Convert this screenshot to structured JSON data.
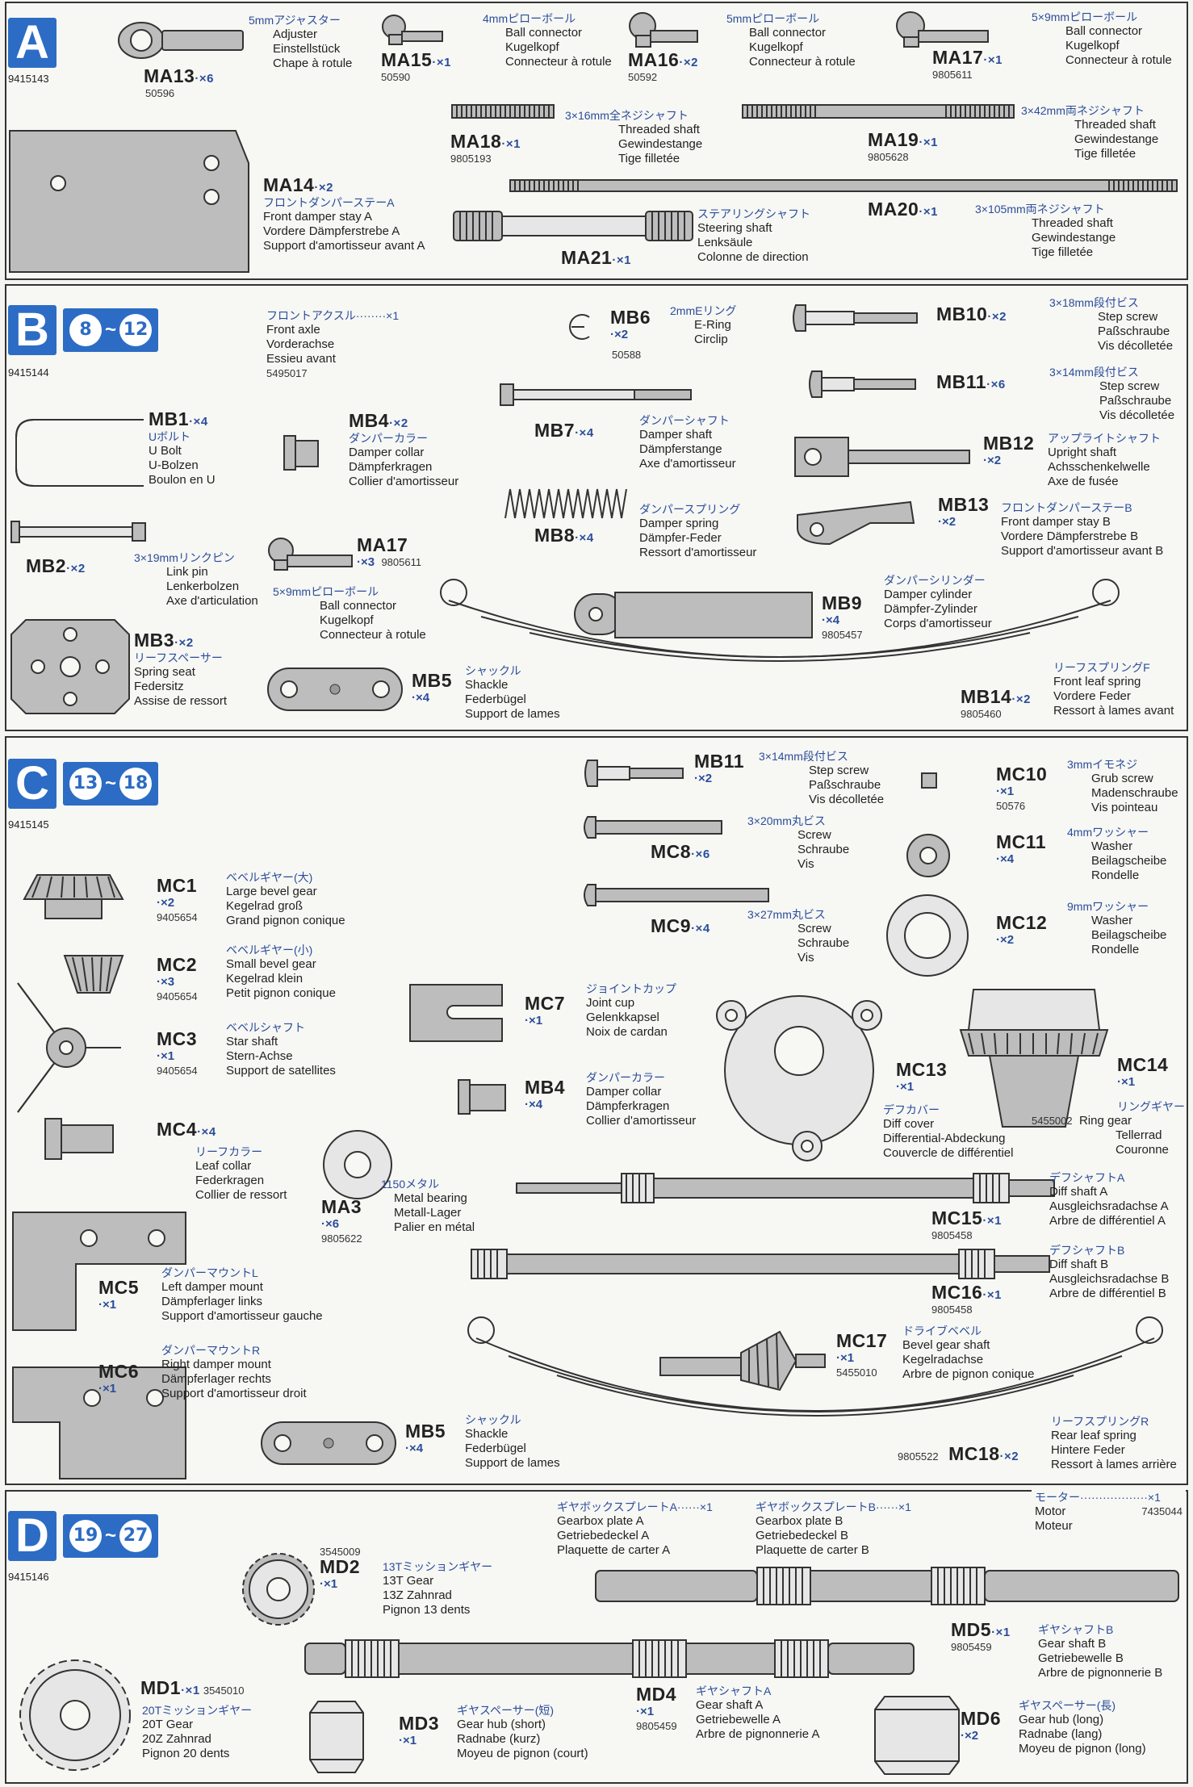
{
  "sections": {
    "A": {
      "letter": "A",
      "num": "9415143"
    },
    "B": {
      "letter": "B",
      "num": "9415144",
      "step_from": "8",
      "step_to": "12"
    },
    "C": {
      "letter": "C",
      "num": "9415145",
      "step_from": "13",
      "step_to": "18"
    },
    "D": {
      "letter": "D",
      "num": "9415146",
      "step_from": "19",
      "step_to": "27"
    }
  },
  "tilde": "~",
  "parts": {
    "MA13": {
      "code": "MA13",
      "qty": "·×6",
      "num": "50596",
      "jp": "5mmアジャスター",
      "en": "Adjuster",
      "de": "Einstellstück",
      "fr": "Chape à rotule"
    },
    "MA15": {
      "code": "MA15",
      "qty": "·×1",
      "num": "50590"
    },
    "MA15t": {
      "jp": "4mmピローボール",
      "en": "Ball connector",
      "de": "Kugelkopf",
      "fr": "Connecteur à rotule"
    },
    "MA16": {
      "code": "MA16",
      "qty": "·×2",
      "num": "50592",
      "jp": "5mmピローボール",
      "en": "Ball connector",
      "de": "Kugelkopf",
      "fr": "Connecteur à rotule"
    },
    "MA17": {
      "code": "MA17",
      "qty": "·×1",
      "num": "9805611",
      "jp": "5×9mmピローボール",
      "en": "Ball connector",
      "de": "Kugelkopf",
      "fr": "Connecteur à rotule"
    },
    "MA18": {
      "code": "MA18",
      "qty": "·×1",
      "num": "9805193",
      "jp": "3×16mm全ネジシャフト",
      "en": "Threaded shaft",
      "de": "Gewindestange",
      "fr": "Tige filletée"
    },
    "MA19": {
      "code": "MA19",
      "qty": "·×1",
      "num": "9805628",
      "jp": "3×42mm両ネジシャフト",
      "en": "Threaded shaft",
      "de": "Gewindestange",
      "fr": "Tige filletée"
    },
    "MA14": {
      "code": "MA14",
      "qty": "·×2",
      "jp": "フロントダンパーステーA",
      "en": "Front damper stay A",
      "de": "Vordere Dämpferstrebe A",
      "fr": "Support d'amortisseur avant A"
    },
    "MA20": {
      "code": "MA20",
      "qty": "·×1",
      "jp": "3×105mm両ネジシャフト",
      "en": "Threaded shaft",
      "de": "Gewindestange",
      "fr": "Tige filletée"
    },
    "MA21": {
      "code": "MA21",
      "qty": "·×1",
      "jp": "ステアリングシャフト",
      "en": "Steering shaft",
      "de": "Lenksäule",
      "fr": "Colonne de direction"
    },
    "FA": {
      "jp": "フロントアクスル········×1",
      "en": "Front axle",
      "de": "Vorderachse",
      "fr": "Essieu avant",
      "num": "5495017"
    },
    "MB6": {
      "code": "MB6",
      "qty": "·×2",
      "num": "50588",
      "jp": "2mmEリング",
      "en": "E-Ring",
      "de": "Circlip"
    },
    "MB10": {
      "code": "MB10",
      "qty": "·×2",
      "jp": "3×18mm段付ビス",
      "en": "Step screw",
      "de": "Paßschraube",
      "fr": "Vis décolletée"
    },
    "MB11": {
      "code": "MB11",
      "qty": "·×6",
      "jp": "3×14mm段付ビス",
      "en": "Step screw",
      "de": "Paßschraube",
      "fr": "Vis décolletée"
    },
    "MB1": {
      "code": "MB1",
      "qty": "·×4",
      "jp": "Uボルト",
      "en": "U Bolt",
      "de": "U-Bolzen",
      "fr": "Boulon en U"
    },
    "MB4": {
      "code": "MB4",
      "qty": "·×2",
      "jp": "ダンパーカラー",
      "en": "Damper collar",
      "de": "Dämpferkragen",
      "fr": "Collier d'amortisseur"
    },
    "MB7": {
      "code": "MB7",
      "qty": "·×4",
      "jp": "ダンパーシャフト",
      "en": "Damper shaft",
      "de": "Dämpferstange",
      "fr": "Axe d'amortisseur"
    },
    "MB12": {
      "code": "MB12",
      "qty": "·×2",
      "jp": "アップライトシャフト",
      "en": "Upright shaft",
      "de": "Achsschenkelwelle",
      "fr": "Axe de fusée"
    },
    "MB8": {
      "code": "MB8",
      "qty": "·×4",
      "jp": "ダンパースプリング",
      "en": "Damper spring",
      "de": "Dämpfer-Feder",
      "fr": "Ressort d'amortisseur"
    },
    "MB13": {
      "code": "MB13",
      "qty": "·×2",
      "jp": "フロントダンパーステーB",
      "en": "Front damper stay B",
      "de": "Vordere Dämpferstrebe B",
      "fr": "Support d'amortisseur avant B"
    },
    "MB2": {
      "code": "MB2",
      "qty": "·×2",
      "jp": "3×19mmリンクピン",
      "en": "Link pin",
      "de": "Lenkerbolzen",
      "fr": "Axe d'articulation"
    },
    "MB17": {
      "code": "MA17",
      "qty": "·×3",
      "num": "9805611",
      "jp": "5×9mmピローボール",
      "en": "Ball connector",
      "de": "Kugelkopf",
      "fr": "Connecteur à rotule"
    },
    "MB9": {
      "code": "MB9",
      "qty": "·×4",
      "num": "9805457",
      "jp": "ダンパーシリンダー",
      "en": "Damper cylinder",
      "de": "Dämpfer-Zylinder",
      "fr": "Corps d'amortisseur"
    },
    "MB3": {
      "code": "MB3",
      "qty": "·×2",
      "jp": "リーフスペーサー",
      "en": "Spring seat",
      "de": "Federsitz",
      "fr": "Assise de ressort"
    },
    "MB5": {
      "code": "MB5",
      "qty": "·×4",
      "jp": "シャックル",
      "en": "Shackle",
      "de": "Federbügel",
      "fr": "Support de lames"
    },
    "MB14": {
      "code": "MB14",
      "qty": "·×2",
      "num": "9805460",
      "jp": "リーフスプリングF",
      "en": "Front leaf spring",
      "de": "Vordere Feder",
      "fr": "Ressort à lames avant"
    },
    "CMB11": {
      "code": "MB11",
      "qty": "·×2",
      "jp": "3×14mm段付ビス",
      "en": "Step screw",
      "de": "Paßschraube",
      "fr": "Vis décolletée"
    },
    "MC10": {
      "code": "MC10",
      "qty": "·×1",
      "num": "50576",
      "jp": "3mmイモネジ",
      "en": "Grub screw",
      "de": "Madenschraube",
      "fr": "Vis pointeau"
    },
    "MC8": {
      "code": "MC8",
      "qty": "·×6",
      "jp": "3×20mm丸ビス",
      "en": "Screw",
      "de": "Schraube",
      "fr": "Vis"
    },
    "MC11": {
      "code": "MC11",
      "qty": "·×4",
      "jp": "4mmワッシャー",
      "en": "Washer",
      "de": "Beilagscheibe",
      "fr": "Rondelle"
    },
    "MC9": {
      "code": "MC9",
      "qty": "·×4",
      "jp": "3×27mm丸ビス",
      "en": "Screw",
      "de": "Schraube",
      "fr": "Vis"
    },
    "MC12": {
      "code": "MC12",
      "qty": "·×2",
      "jp": "9mmワッシャー",
      "en": "Washer",
      "de": "Beilagscheibe",
      "fr": "Rondelle"
    },
    "MC1": {
      "code": "MC1",
      "qty": "·×2",
      "num": "9405654",
      "jp": "ベベルギヤー(大)",
      "en": "Large bevel gear",
      "de": "Kegelrad groß",
      "fr": "Grand pignon conique"
    },
    "MC2": {
      "code": "MC2",
      "qty": "·×3",
      "num": "9405654",
      "jp": "ベベルギヤー(小)",
      "en": "Small bevel gear",
      "de": "Kegelrad klein",
      "fr": "Petit pignon conique"
    },
    "MC3": {
      "code": "MC3",
      "qty": "·×1",
      "num": "9405654",
      "jp": "ベベルシャフト",
      "en": "Star shaft",
      "de": "Stern-Achse",
      "fr": "Support de satellites"
    },
    "MC7": {
      "code": "MC7",
      "qty": "·×1",
      "jp": "ジョイントカップ",
      "en": "Joint cup",
      "de": "Gelenkkapsel",
      "fr": "Noix de cardan"
    },
    "MC13": {
      "code": "MC13",
      "qty": "·×1",
      "jp": "デフカバー",
      "en": "Diff cover",
      "de": "Differential-Abdeckung",
      "fr": "Couvercle de différentiel"
    },
    "MC14": {
      "code": "MC14",
      "qty": "·×1",
      "num": "5455002",
      "jp": "リングギヤー",
      "en": "Ring gear",
      "de": "Tellerrad",
      "fr": "Couronne"
    },
    "CMB4": {
      "code": "MB4",
      "qty": "·×4",
      "jp": "ダンパーカラー",
      "en": "Damper collar",
      "de": "Dämpferkragen",
      "fr": "Collier d'amortisseur"
    },
    "MC4": {
      "code": "MC4",
      "qty": "·×4",
      "jp": "リーフカラー",
      "en": "Leaf collar",
      "de": "Federkragen",
      "fr": "Collier de ressort"
    },
    "MA3": {
      "code": "MA3",
      "qty": "·×6",
      "num": "9805622",
      "jp": "1150メタル",
      "en": "Metal bearing",
      "de": "Metall-Lager",
      "fr": "Palier en métal"
    },
    "MC15": {
      "code": "MC15",
      "qty": "·×1",
      "num": "9805458",
      "jp": "デフシャフトA",
      "en": "Diff shaft A",
      "de": "Ausgleichsradachse A",
      "fr": "Arbre de différentiel A"
    },
    "MC5": {
      "code": "MC5",
      "qty": "·×1",
      "jp": "ダンパーマウントL",
      "en": "Left damper mount",
      "de": "Dämpferlager links",
      "fr": "Support d'amortisseur gauche"
    },
    "MC16": {
      "code": "MC16",
      "qty": "·×1",
      "num": "9805458",
      "jp": "デフシャフトB",
      "en": "Diff shaft B",
      "de": "Ausgleichsradachse B",
      "fr": "Arbre de différentiel B"
    },
    "MC17": {
      "code": "MC17",
      "qty": "·×1",
      "num": "5455010",
      "jp": "ドライブベベル",
      "en": "Bevel gear shaft",
      "de": "Kegelradachse",
      "fr": "Arbre de pignon conique"
    },
    "MC6": {
      "code": "MC6",
      "qty": "·×1",
      "jp": "ダンパーマウントR",
      "en": "Right damper mount",
      "de": "Dämpferlager rechts",
      "fr": "Support d'amortisseur droit"
    },
    "CMB5": {
      "code": "MB5",
      "qty": "·×4",
      "jp": "シャックル",
      "en": "Shackle",
      "de": "Federbügel",
      "fr": "Support de lames"
    },
    "MC18": {
      "code": "MC18",
      "qty": "·×2",
      "num": "9805522",
      "jp": "リーフスプリングR",
      "en": "Rear leaf spring",
      "de": "Hintere Feder",
      "fr": "Ressort à lames arrière"
    },
    "GPA": {
      "jp": "ギヤボックスプレートA······×1",
      "en": "Gearbox plate A",
      "de": "Getriebedeckel A",
      "fr": "Plaquette de carter A"
    },
    "GPB": {
      "jp": "ギヤボックスプレートB······×1",
      "en": "Gearbox plate B",
      "de": "Getriebedeckel B",
      "fr": "Plaquette de carter B"
    },
    "MOT": {
      "jp": "モーター··················×1",
      "en": "Motor",
      "de": "Motor",
      "fr": "Moteur",
      "num": "7435044"
    },
    "MD2": {
      "code": "MD2",
      "qty": "·×1",
      "num": "3545009",
      "jp": "13Tミッションギヤー",
      "en": "13T Gear",
      "de": "13Z Zahnrad",
      "fr": "Pignon 13 dents"
    },
    "MD5": {
      "code": "MD5",
      "qty": "·×1",
      "num": "9805459",
      "jp": "ギヤシャフトB",
      "en": "Gear shaft B",
      "de": "Getriebewelle B",
      "fr": "Arbre de pignonnerie B"
    },
    "MD1": {
      "code": "MD1",
      "qty": "·×1",
      "num": "3545010",
      "jp": "20Tミッションギヤー",
      "en": "20T Gear",
      "de": "20Z Zahnrad",
      "fr": "Pignon 20 dents"
    },
    "MD4": {
      "code": "MD4",
      "qty": "·×1",
      "num": "9805459",
      "jp": "ギヤシャフトA",
      "en": "Gear shaft A",
      "de": "Getriebewelle A",
      "fr": "Arbre de pignonnerie A"
    },
    "MD3": {
      "code": "MD3",
      "qty": "·×1",
      "jp": "ギヤスペーサー(短)",
      "en": "Gear hub (short)",
      "de": "Radnabe (kurz)",
      "fr": "Moyeu de pignon (court)"
    },
    "MD6": {
      "code": "MD6",
      "qty": "·×2",
      "jp": "ギヤスペーサー(長)",
      "en": "Gear hub (long)",
      "de": "Radnabe (lang)",
      "fr": "Moyeu de pignon (long)"
    }
  }
}
